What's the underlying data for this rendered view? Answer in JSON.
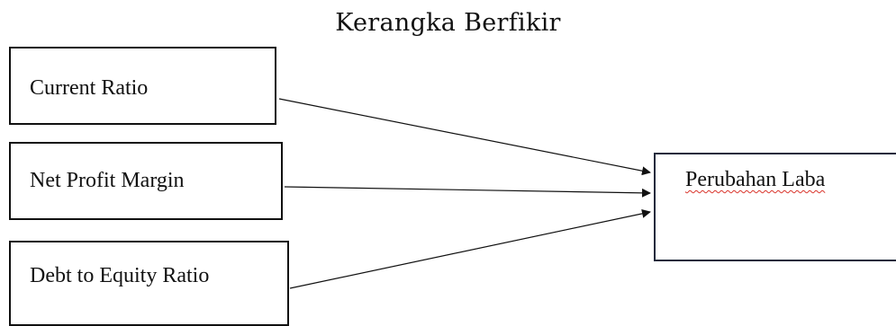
{
  "diagram": {
    "title": "Kerangka Berfikir",
    "nodes": {
      "current_ratio": "Current Ratio",
      "net_profit_margin": "Net Profit Margin",
      "debt_to_equity_ratio": "Debt to Equity Ratio",
      "perubahan_laba": "Perubahan Laba"
    },
    "edges": [
      {
        "from": "current_ratio",
        "to": "perubahan_laba"
      },
      {
        "from": "net_profit_margin",
        "to": "perubahan_laba"
      },
      {
        "from": "debt_to_equity_ratio",
        "to": "perubahan_laba"
      }
    ],
    "colors": {
      "line": "#111111",
      "target_border": "#1f2a3c",
      "spellcheck_underline": "#d9342b"
    }
  }
}
